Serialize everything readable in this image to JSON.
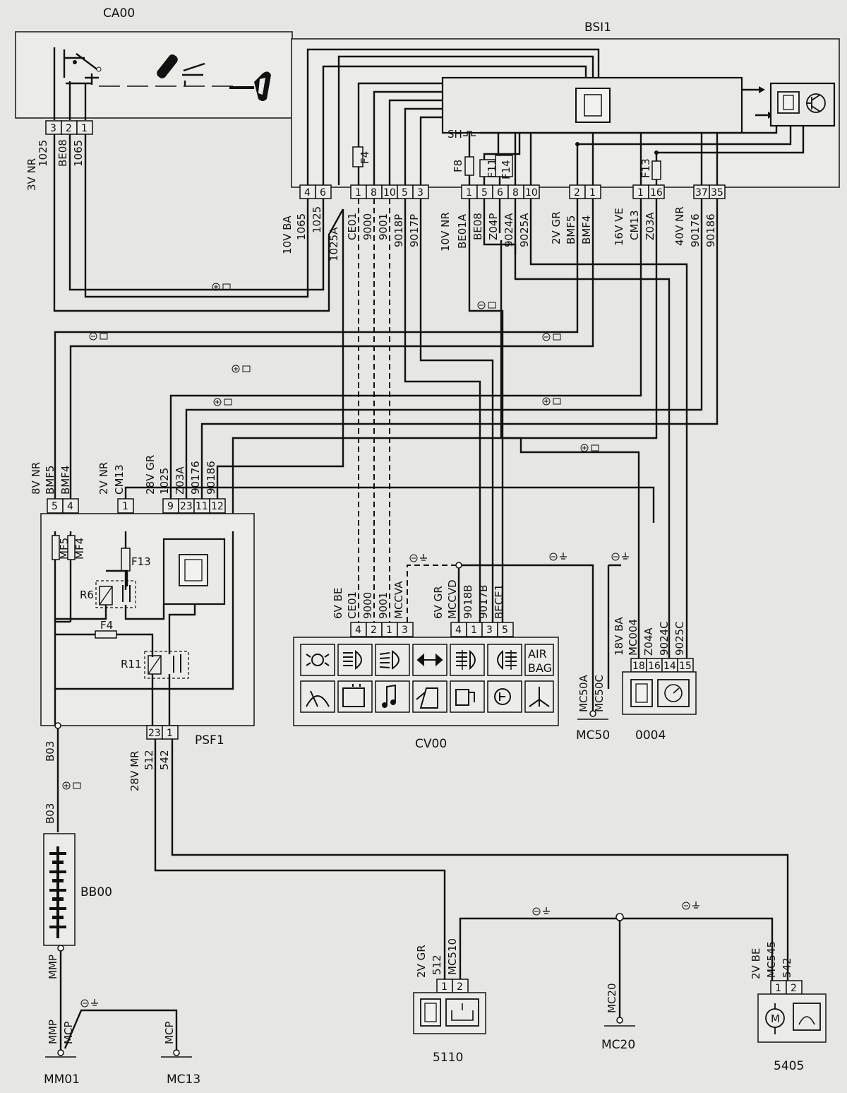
{
  "components": {
    "ca00": "CA00",
    "bsi1": "BSI1",
    "psf1": "PSF1",
    "cv00": "CV00",
    "c0004": "0004",
    "bb00": "BB00",
    "c5110": "5110",
    "c5405": "5405",
    "mc50": "MC50",
    "mc20": "MC20",
    "mm01": "MM01",
    "mc13": "MC13"
  },
  "bsi1_internal": {
    "sh": "SH",
    "f4": "F4",
    "f8": "F8",
    "f11": "F11",
    "f14": "F14",
    "f13": "F13"
  },
  "psf1_internal": {
    "mf5": "MF5",
    "mf4": "MF4",
    "f13": "F13",
    "r6": "R6",
    "f4": "F4",
    "r11": "R11"
  },
  "ca00_pins": [
    "3",
    "2",
    "1"
  ],
  "ca00_labels": [
    "3V NR",
    "1025",
    "BE08",
    "1065"
  ],
  "bsi1_pins_a": [
    "4",
    "6"
  ],
  "bsi1_pins_a_labels": [
    "10V BA",
    "1065",
    "1025"
  ],
  "bsi1_pins_b": [
    "1",
    "8",
    "10",
    "5",
    "3"
  ],
  "bsi1_pins_b_labels": [
    "CE01",
    "9000",
    "9001",
    "9018P",
    "9017P"
  ],
  "label_1025a": "1025A",
  "bsi1_pins_c": [
    "1",
    "5",
    "6",
    "8",
    "10"
  ],
  "bsi1_pins_c_labels": [
    "10V NR",
    "BE01A",
    "BE08",
    "Z04P",
    "9024A",
    "9025A"
  ],
  "bsi1_pins_d": [
    "2",
    "1"
  ],
  "bsi1_pins_d_labels": [
    "2V GR",
    "BMF5",
    "BMF4"
  ],
  "bsi1_pins_e": [
    "1",
    "16"
  ],
  "bsi1_pins_e_labels": [
    "16V VE",
    "CM13",
    "Z03A"
  ],
  "bsi1_pins_f": [
    "37",
    "35"
  ],
  "bsi1_pins_f_labels": [
    "40V NR",
    "90176",
    "90186"
  ],
  "psf1_pins_a": [
    "5",
    "4"
  ],
  "psf1_pins_a_labels": [
    "8V NR",
    "BMF5",
    "BMF4"
  ],
  "psf1_pins_b": [
    "1"
  ],
  "psf1_pins_b_labels": [
    "2V NR",
    "CM13"
  ],
  "psf1_pins_c": [
    "9",
    "23",
    "11",
    "12"
  ],
  "psf1_pins_c_labels": [
    "28V GR",
    "1025",
    "Z03A",
    "90176",
    "90186"
  ],
  "cv00_pins_a": [
    "4",
    "2",
    "1",
    "3"
  ],
  "cv00_pins_a_labels": [
    "6V BE",
    "CE01",
    "9000",
    "9001",
    "MCCVA"
  ],
  "cv00_pins_b": [
    "4",
    "1",
    "3",
    "5"
  ],
  "cv00_pins_b_labels": [
    "6V GR",
    "MCCVD",
    "9018B",
    "9017B",
    "BECE1"
  ],
  "cv00_airbag": [
    "AIR",
    "BAG"
  ],
  "mc50_labels": [
    "MC50A",
    "MC50C"
  ],
  "c0004_pins": [
    "18",
    "16",
    "14",
    "15"
  ],
  "c0004_labels": [
    "18V BA",
    "MC004",
    "Z04A",
    "9024C",
    "9025C"
  ],
  "psf1_bottom_pins": [
    "23",
    "1"
  ],
  "psf1_bottom_labels": [
    "28V MR",
    "512",
    "542"
  ],
  "wire_b03": "B03",
  "c5110_pins": [
    "1",
    "2"
  ],
  "c5110_labels": [
    "2V GR",
    "512",
    "MC510"
  ],
  "c5405_pins": [
    "1",
    "2"
  ],
  "c5405_labels": [
    "2V BE",
    "MC545",
    "542"
  ],
  "mc20_label": "MC20",
  "ground_labels": {
    "mmp": "MMP",
    "mcp": "MCP"
  },
  "motor_symbol": "M"
}
